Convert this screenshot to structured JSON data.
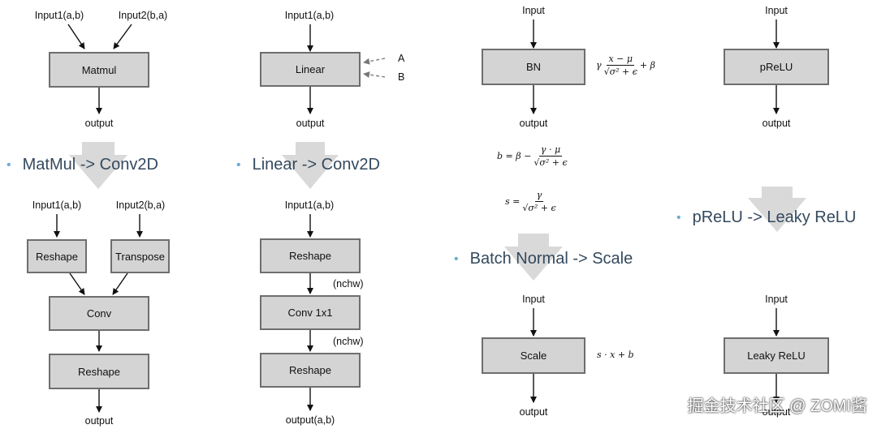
{
  "panel_matmul": {
    "top": {
      "input1": "Input1(a,b)",
      "input2": "Input2(b,a)",
      "node": "Matmul",
      "output": "output"
    },
    "bullet": "MatMul -> Conv2D",
    "bottom": {
      "input1": "Input1(a,b)",
      "input2": "Input2(b,a)",
      "reshape_left": "Reshape",
      "transpose": "Transpose",
      "conv": "Conv",
      "reshape_out": "Reshape",
      "output": "output"
    }
  },
  "panel_linear": {
    "top": {
      "input": "Input1(a,b)",
      "node": "Linear",
      "weight_a": "A",
      "weight_b": "B",
      "output": "output"
    },
    "bullet": "Linear -> Conv2D",
    "bottom": {
      "input": "Input1(a,b)",
      "reshape_in": "Reshape",
      "layout1": "(nchw)",
      "conv": "Conv 1x1",
      "layout2": "(nchw)",
      "reshape_out": "Reshape",
      "output": "output(a,b)"
    }
  },
  "panel_bn": {
    "top": {
      "input": "Input",
      "node": "BN",
      "output": "output"
    },
    "bullet": "Batch Normal -> Scale",
    "bottom": {
      "input": "Input",
      "node": "Scale",
      "output": "output"
    }
  },
  "panel_prelu": {
    "top": {
      "input": "Input",
      "node": "pReLU",
      "output": "output"
    },
    "bullet": "pReLU -> Leaky ReLU",
    "bottom": {
      "input": "Input",
      "node": "Leaky ReLU",
      "output": "output"
    }
  },
  "watermark": "掘金技术社区 @ ZOMI酱",
  "colors": {
    "box_fill": "#d4d4d4",
    "box_border": "#6e6e6e",
    "big_arrow": "#d9d9d9",
    "bullet_dot": "#6baed6",
    "bullet_text": "#34495e"
  }
}
